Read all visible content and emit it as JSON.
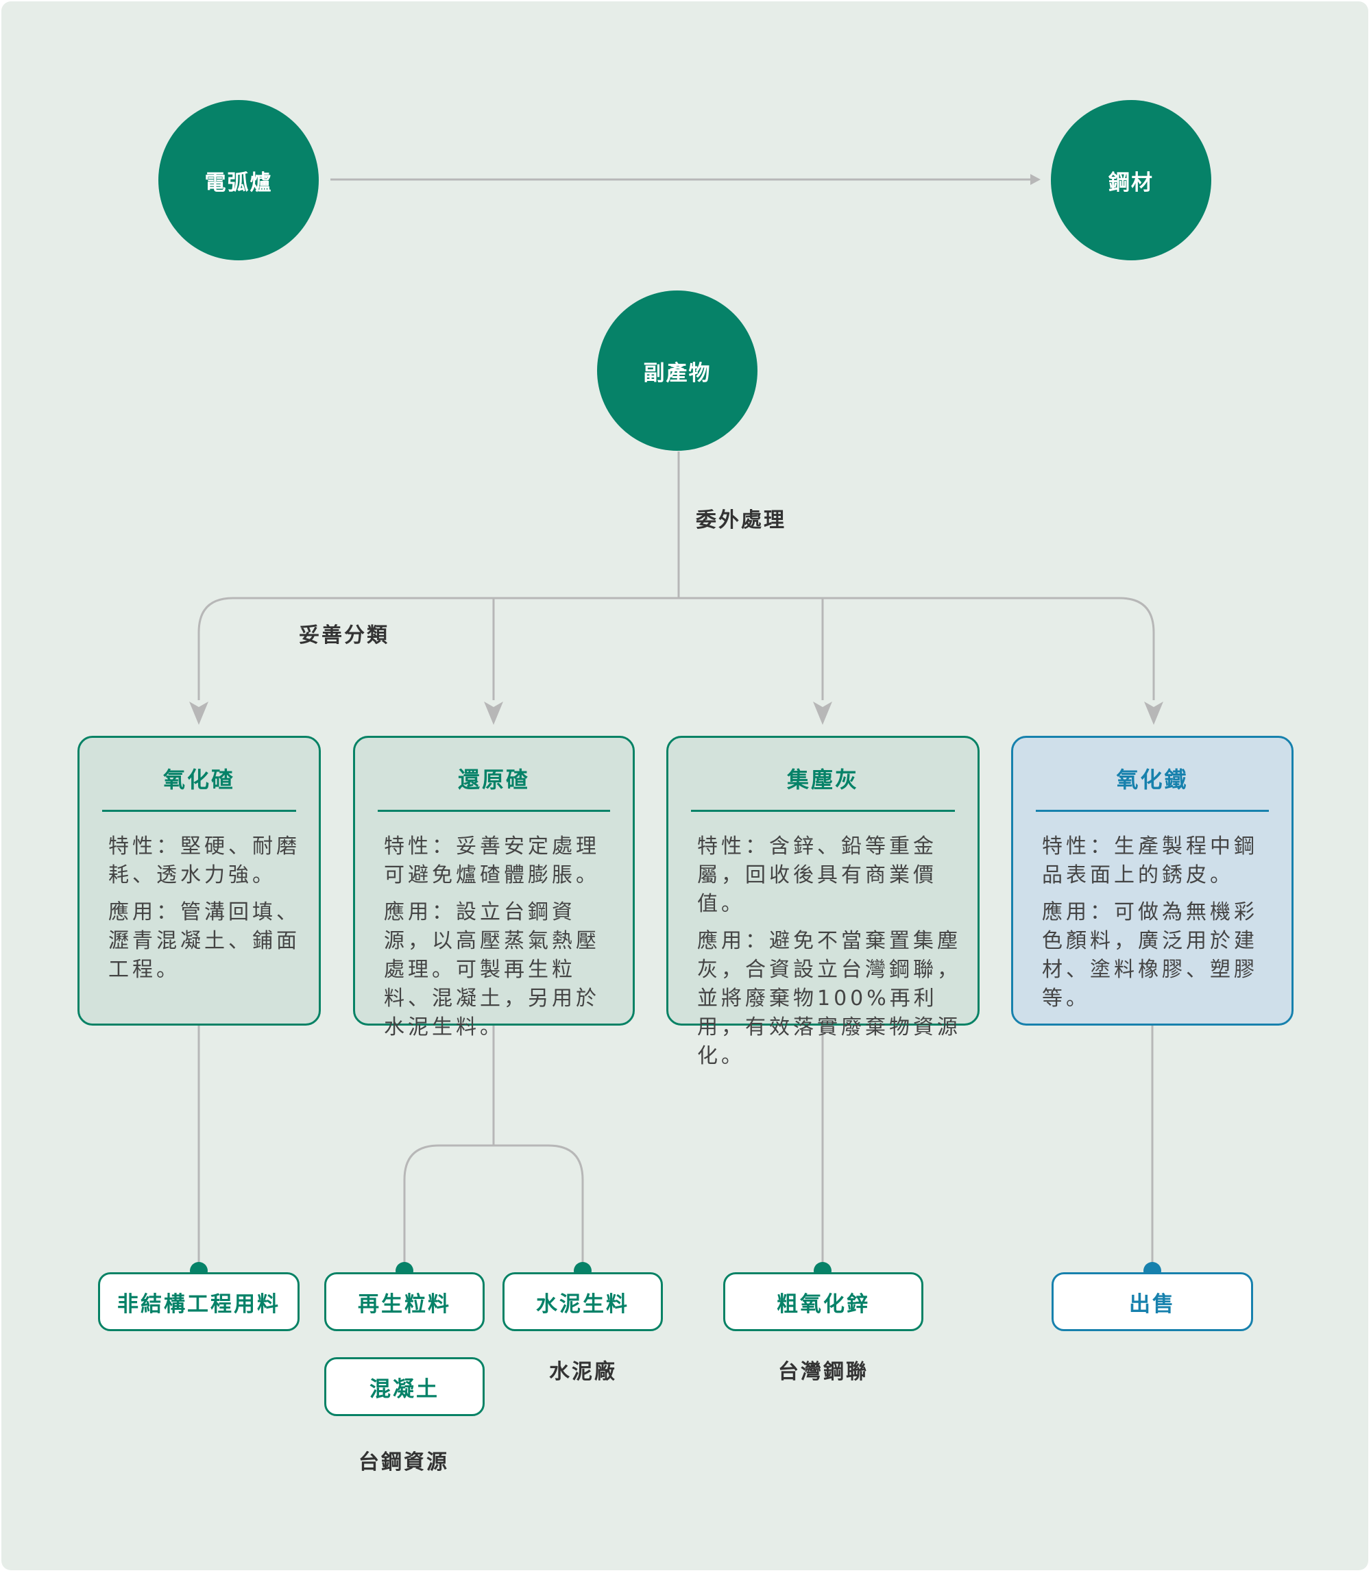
{
  "nodes": {
    "eaf": "電弧爐",
    "steel": "鋼材",
    "byproduct": "副產物"
  },
  "labels": {
    "outsourcing": "委外處理",
    "sorting": "妥善分類"
  },
  "cards": [
    {
      "title": "氧化碴",
      "property": "特性：堅硬、耐磨耗、透水力強。",
      "application": "應用：管溝回填、瀝青混凝土、鋪面工程。"
    },
    {
      "title": "還原碴",
      "property": "特性：妥善安定處理可避免爐碴體膨脹。",
      "application": "應用：設立台鋼資源，以高壓蒸氣熱壓處理。可製再生粒料、混凝土，另用於水泥生料。"
    },
    {
      "title": "集塵灰",
      "property": "特性：含鋅、鉛等重金屬，回收後具有商業價值。",
      "application": "應用：避免不當棄置集塵灰，合資設立台灣鋼聯，並將廢棄物100%再利用，有效落實廢棄物資源化。"
    },
    {
      "title": "氧化鐵",
      "property": "特性：生產製程中鋼品表面上的銹皮。",
      "application": "應用：可做為無機彩色顏料，廣泛用於建材、塗料橡膠、塑膠等。"
    }
  ],
  "products": {
    "non_structural": "非結構工程用料",
    "recycled_aggregate": "再生粒料",
    "cement_raw": "水泥生料",
    "concrete": "混凝土",
    "crude_zinc_oxide": "粗氧化鋅",
    "sale": "出售"
  },
  "places": {
    "taisteel_resource": "台鋼資源",
    "cement_plant": "水泥廠",
    "taiwan_steel_union": "台灣鋼聯"
  },
  "colors": {
    "green": "#068268",
    "blue": "#1781ad",
    "connector": "#b7b7b7",
    "background": "#e6ede8"
  }
}
